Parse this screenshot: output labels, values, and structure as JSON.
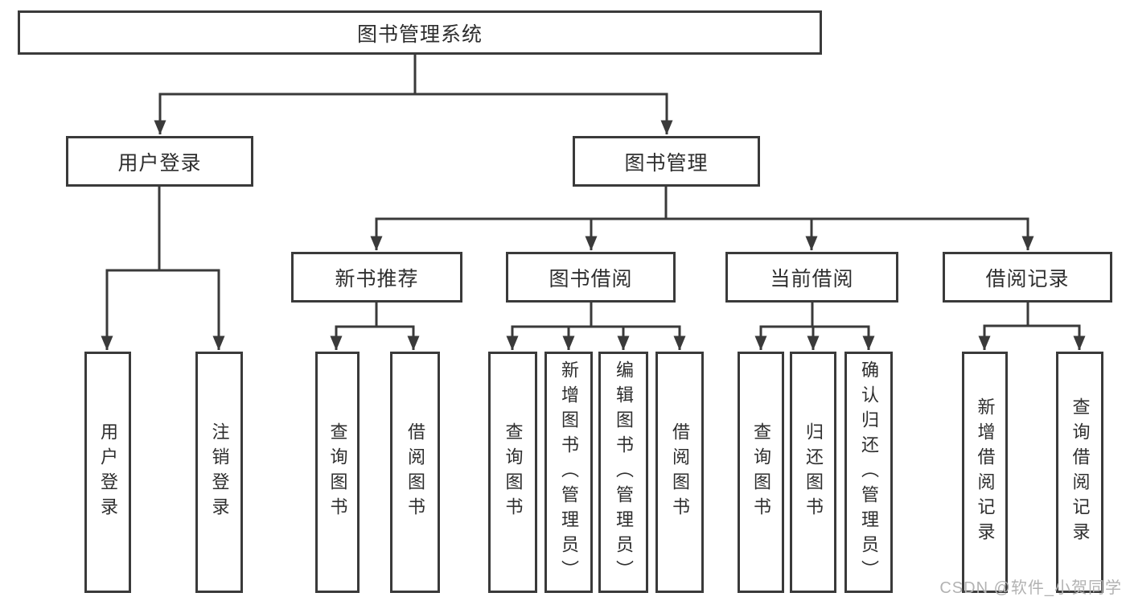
{
  "diagram": {
    "watermark": "CSDN @软件_小贺同学",
    "colors": {
      "line": "#3a3a3a",
      "text": "#2e2e2e",
      "box_fill": "#ffffff",
      "background": "#ffffff",
      "watermark": "#b2b2b2"
    },
    "nodes": {
      "root": {
        "label": "图书管理系统"
      },
      "user_login": {
        "label": "用户登录"
      },
      "book_management": {
        "label": "图书管理"
      },
      "new_book_recommend": {
        "label": "新书推荐"
      },
      "book_borrowing": {
        "label": "图书借阅"
      },
      "current_borrowing": {
        "label": "当前借阅"
      },
      "borrowing_records": {
        "label": "借阅记录"
      },
      "leaf_user_login": {
        "label": "用户登录"
      },
      "leaf_logout": {
        "label": "注销登录"
      },
      "nbr_query_books": {
        "label": "查询图书"
      },
      "nbr_borrow_books": {
        "label": "借阅图书"
      },
      "bb_query_books": {
        "label": "查询图书"
      },
      "bb_add_books": {
        "label": "新增图书（管理员）"
      },
      "bb_edit_books": {
        "label": "编辑图书（管理员）"
      },
      "bb_borrow_books": {
        "label": "借阅图书"
      },
      "cb_query_books": {
        "label": "查询图书"
      },
      "cb_return_books": {
        "label": "归还图书"
      },
      "cb_confirm_return": {
        "label": "确认归还（管理员）"
      },
      "br_add_record": {
        "label": "新增借阅记录"
      },
      "br_query_record": {
        "label": "查询借阅记录"
      }
    }
  }
}
